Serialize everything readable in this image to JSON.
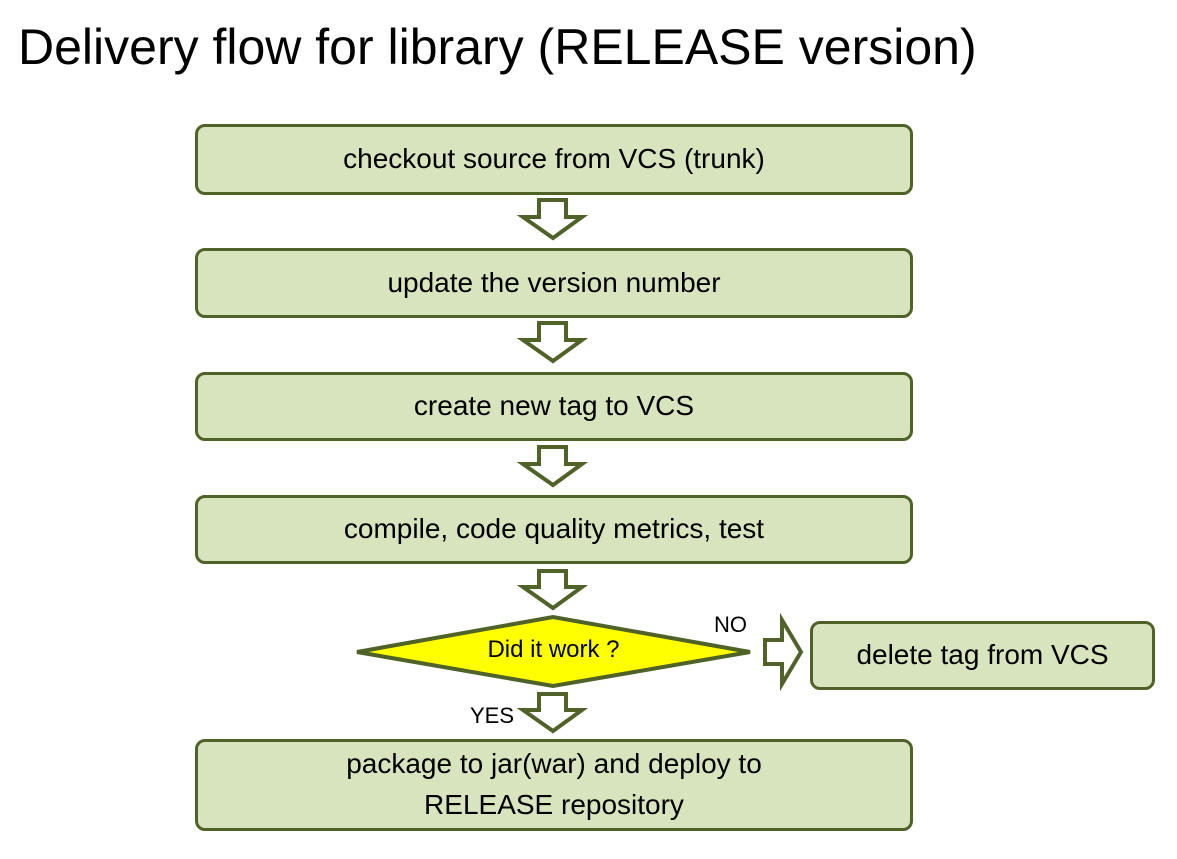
{
  "title": "Delivery flow for library (RELEASE version)",
  "steps": [
    "checkout source from VCS (trunk)",
    "update the version number",
    "create new tag to VCS",
    "compile, code quality metrics, test"
  ],
  "decision": {
    "label": "Did it work ?",
    "yes": "YES",
    "no": "NO"
  },
  "no_step": "delete tag from VCS",
  "final_step": {
    "line1": "package to jar(war) and deploy to",
    "line2": "RELEASE repository"
  },
  "colors": {
    "box_fill": "#d7e4bd",
    "stroke": "#4f6228",
    "decision_fill": "#ffff00"
  }
}
